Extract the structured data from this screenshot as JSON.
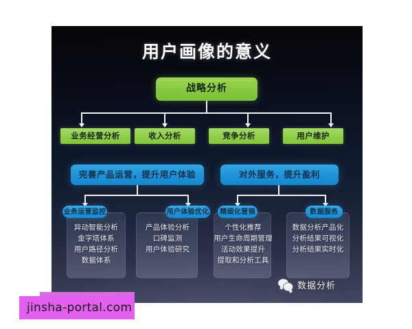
{
  "slide": {
    "title": "用户画像的意义",
    "root": {
      "label": "战略分析"
    },
    "level2": [
      {
        "label": "业务经营分析"
      },
      {
        "label": "收入分析"
      },
      {
        "label": "竞争分析"
      },
      {
        "label": "用户维护"
      }
    ],
    "level3": [
      {
        "label": "完善产品运营，提升用户体验"
      },
      {
        "label": "对外服务，提升盈利"
      }
    ],
    "branches": [
      {
        "label": "业务运营监控",
        "items": [
          "异动智能分析",
          "金字塔体系",
          "用户路径分析",
          "数据体系"
        ]
      },
      {
        "label": "用户体验优化",
        "items": [
          "产品体验分析",
          "口碑监测",
          "用户体验研究"
        ]
      },
      {
        "label": "精细化营销",
        "items": [
          "个性化推荐",
          "用户生命周期管理",
          "活动效果提升",
          "提取和分析工具"
        ]
      },
      {
        "label": "数据服务",
        "items": [
          "数据分析产品化",
          "分析结果可视化",
          "分析结果实时化"
        ]
      }
    ],
    "badge": {
      "icon": "wechat-icon",
      "label": "数据分析"
    },
    "colors": {
      "green": "#8ecc46",
      "blue": "#1f93d9",
      "connector": "#f2f4f8",
      "panel_bg": "#0b1222",
      "watermark_bg": "#e45ef0"
    }
  },
  "watermark": {
    "text": "jinsha-portal.com"
  }
}
